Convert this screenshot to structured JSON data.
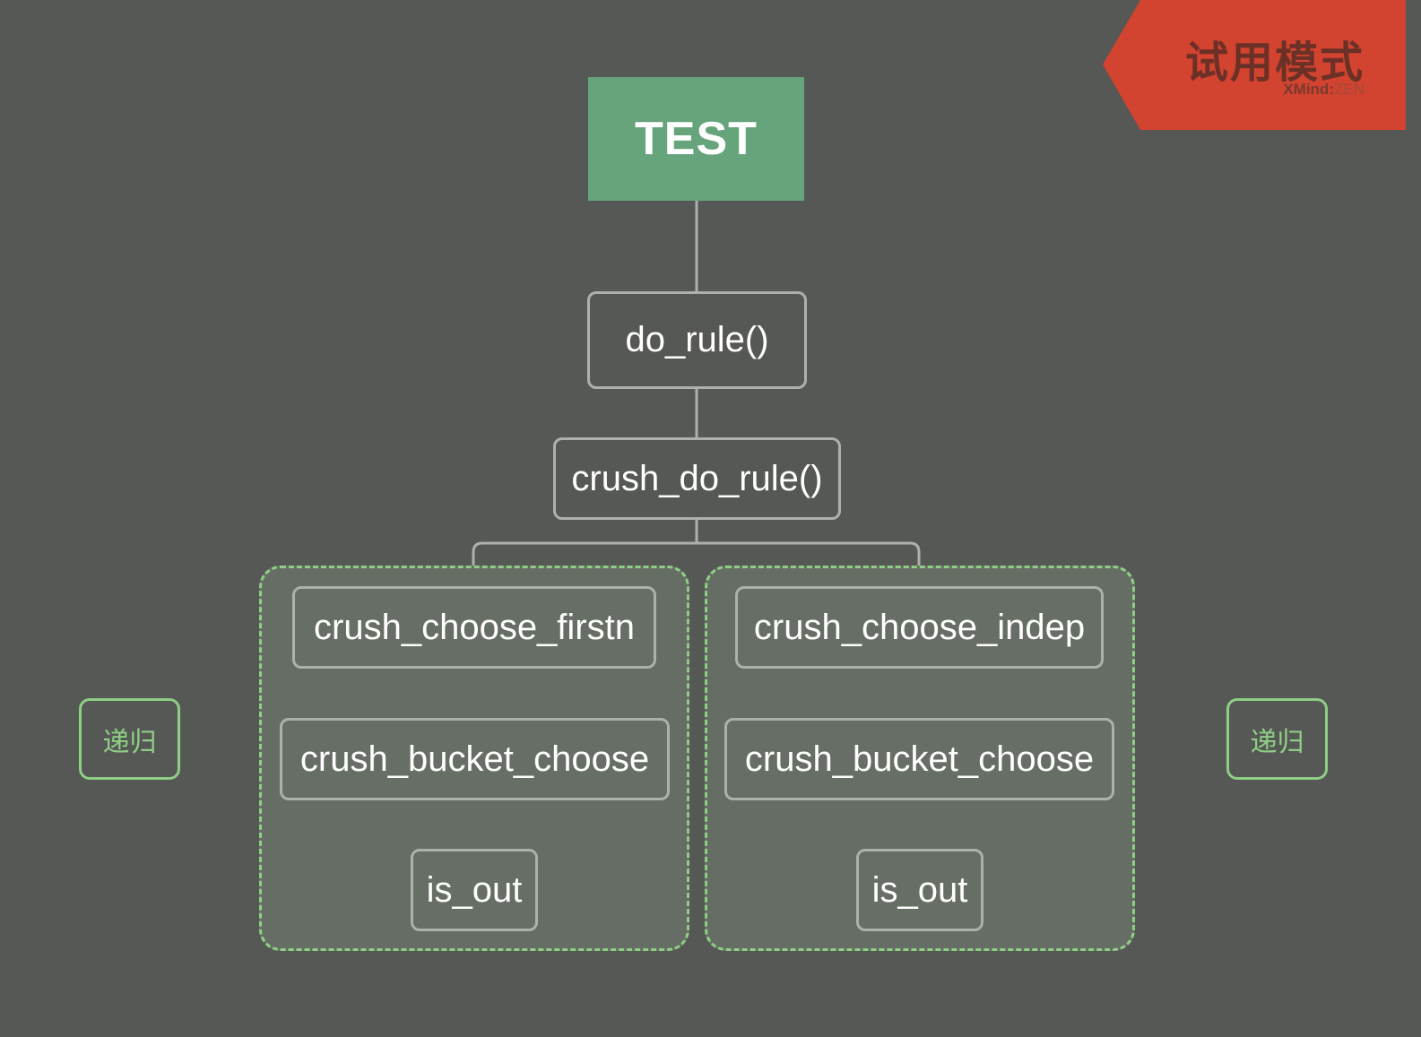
{
  "root": {
    "label": "TEST"
  },
  "nodes": {
    "do_rule": "do_rule()",
    "crush_do_rule": "crush_do_rule()",
    "left": {
      "choose": "crush_choose_firstn",
      "bucket": "crush_bucket_choose",
      "is_out": "is_out"
    },
    "right": {
      "choose": "crush_choose_indep",
      "bucket": "crush_bucket_choose",
      "is_out": "is_out"
    }
  },
  "recursion_labels": {
    "left": "递归",
    "right": "递归"
  },
  "watermark": {
    "title": "试用模式",
    "brand": "XMind",
    "separator": ":",
    "edition": "ZEN"
  },
  "colors": {
    "background": "#565855",
    "root": "#66a47c",
    "group_border": "#8fce85",
    "node_border": "#aeb0ac",
    "watermark": "#d24330"
  }
}
